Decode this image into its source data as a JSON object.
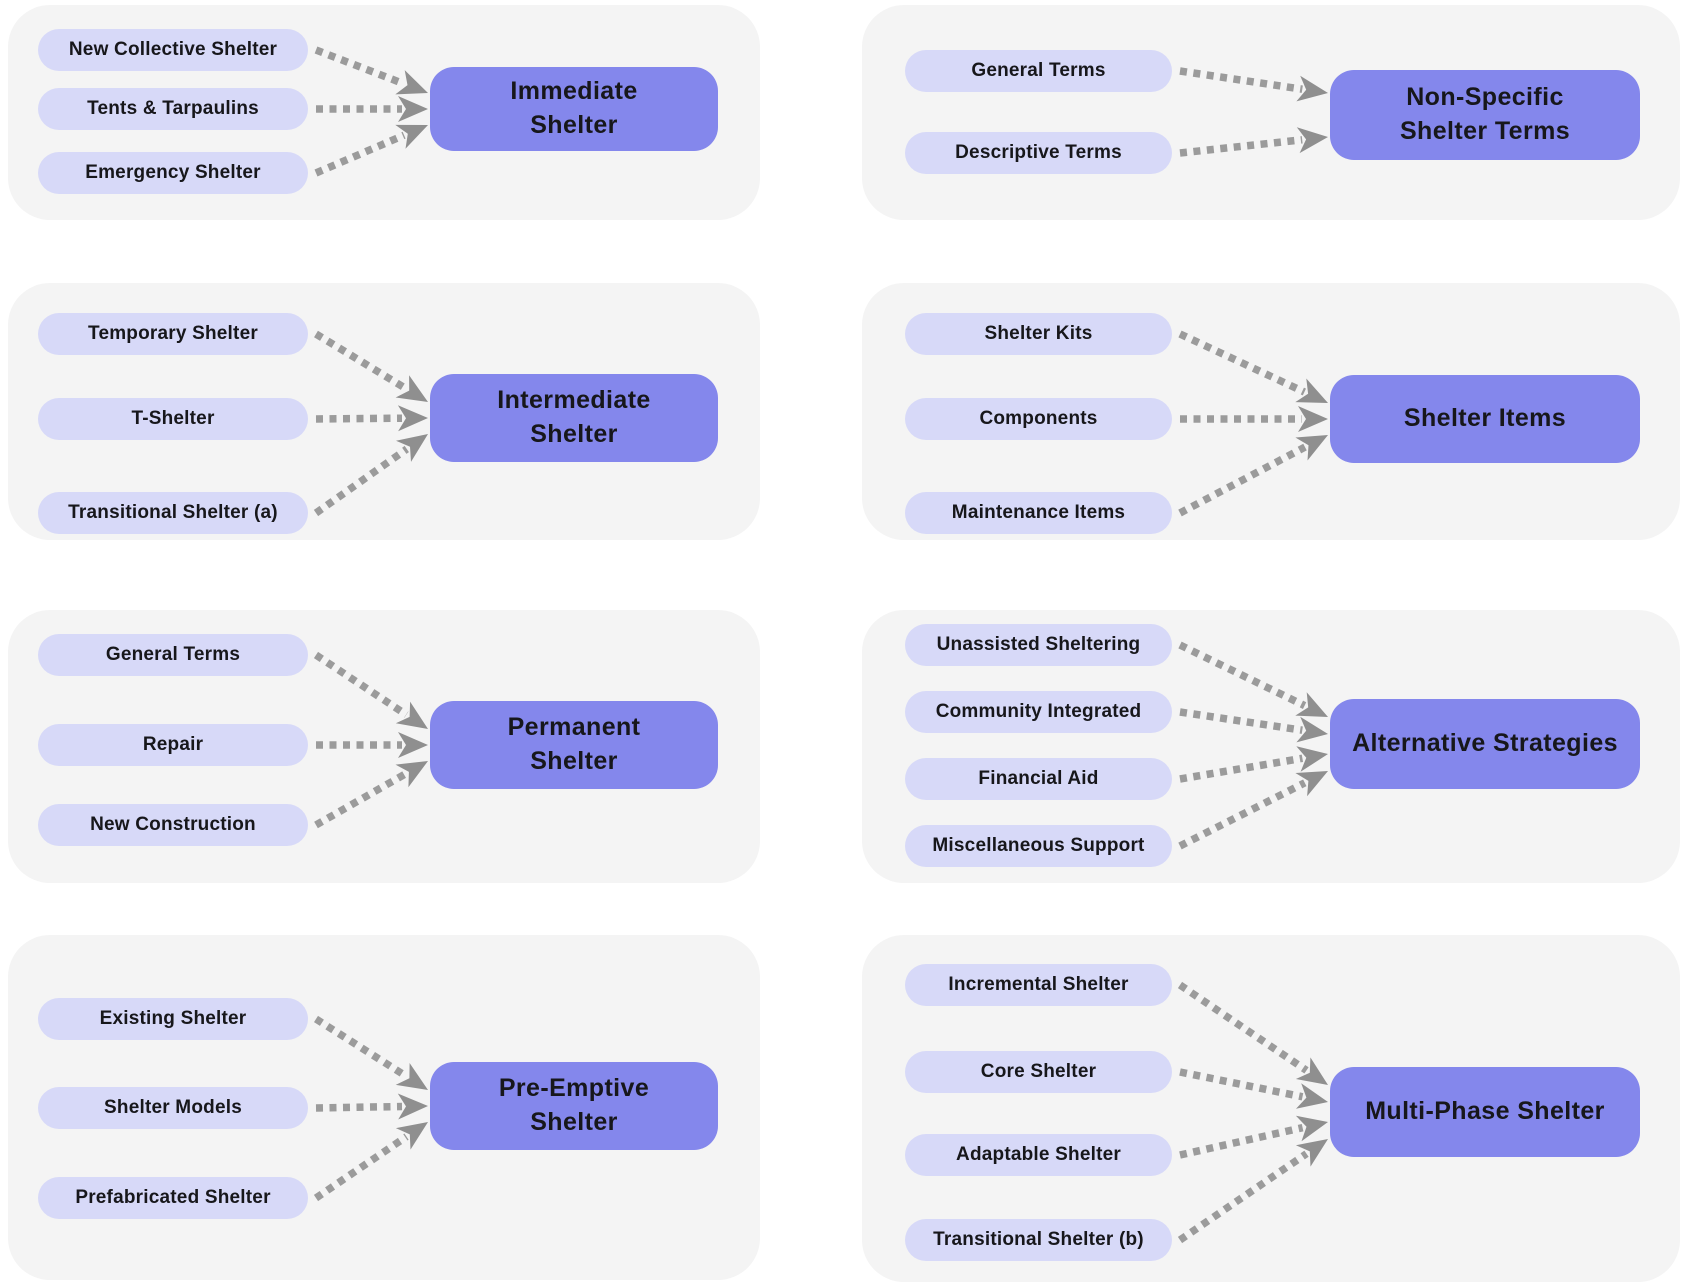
{
  "diagram": {
    "title": "Shelter terminology mapping diagram",
    "colors": {
      "page_bg": "#ffffff",
      "panel_bg": "#f4f4f4",
      "source_bg": "#d7d9f8",
      "target_bg": "#8487ec",
      "arrow": "#9b9b9b",
      "arrowhead": "#8f8f8f",
      "text_dark": "#17171b"
    },
    "panels": [
      {
        "id": "immediate-shelter",
        "target_label": "Immediate\nShelter",
        "sources": [
          "New Collective Shelter",
          "Tents & Tarpaulins",
          "Emergency Shelter"
        ]
      },
      {
        "id": "non-specific-shelter-terms",
        "target_label": "Non-Specific\nShelter Terms",
        "sources": [
          "General Terms",
          "Descriptive Terms"
        ]
      },
      {
        "id": "intermediate-shelter",
        "target_label": "Intermediate\nShelter",
        "sources": [
          "Temporary Shelter",
          "T-Shelter",
          "Transitional Shelter (a)"
        ]
      },
      {
        "id": "shelter-items",
        "target_label": "Shelter Items",
        "sources": [
          "Shelter Kits",
          "Components",
          "Maintenance Items"
        ]
      },
      {
        "id": "permanent-shelter",
        "target_label": "Permanent\nShelter",
        "sources": [
          "General Terms",
          "Repair",
          "New Construction"
        ]
      },
      {
        "id": "alternative-strategies",
        "target_label": "Alternative Strategies",
        "sources": [
          "Unassisted Sheltering",
          "Community Integrated",
          "Financial Aid",
          "Miscellaneous Support"
        ]
      },
      {
        "id": "pre-emptive-shelter",
        "target_label": "Pre-Emptive\nShelter",
        "sources": [
          "Existing Shelter",
          "Shelter Models",
          "Prefabricated Shelter"
        ]
      },
      {
        "id": "multi-phase-shelter",
        "target_label": "Multi-Phase Shelter",
        "sources": [
          "Incremental Shelter",
          "Core Shelter",
          "Adaptable Shelter",
          "Transitional Shelter (b)"
        ]
      }
    ]
  }
}
